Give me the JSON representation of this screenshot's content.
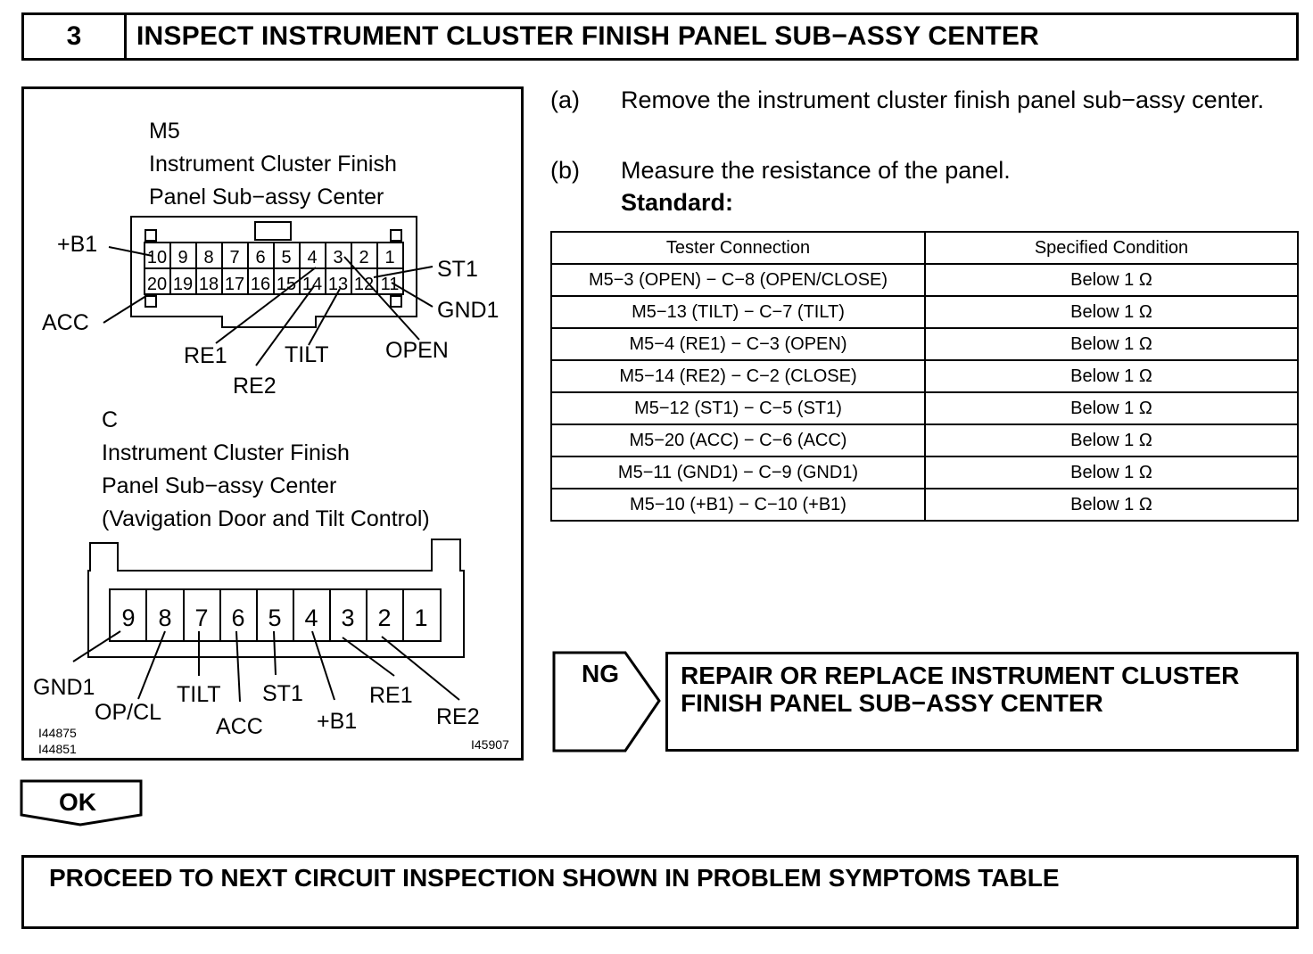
{
  "header": {
    "step_number": "3",
    "title": "INSPECT INSTRUMENT CLUSTER FINISH PANEL SUB−ASSY CENTER"
  },
  "figure": {
    "m5": {
      "name": "M5",
      "line1": "Instrument Cluster Finish",
      "line2": "Panel Sub−assy Center",
      "pins_top": [
        "10",
        "9",
        "8",
        "7",
        "6",
        "5",
        "4",
        "3",
        "2",
        "1"
      ],
      "pins_bottom": [
        "20",
        "19",
        "18",
        "17",
        "16",
        "15",
        "14",
        "13",
        "12",
        "11"
      ],
      "labels": {
        "b1": "+B1",
        "acc": "ACC",
        "re1": "RE1",
        "re2": "RE2",
        "tilt": "TILT",
        "open": "OPEN",
        "st1": "ST1",
        "gnd1": "GND1"
      }
    },
    "c": {
      "name": "C",
      "line1": "Instrument Cluster Finish",
      "line2": "Panel Sub−assy Center",
      "line3": "(Vavigation Door and Tilt Control)",
      "pins": [
        "9",
        "8",
        "7",
        "6",
        "5",
        "4",
        "3",
        "2",
        "1"
      ],
      "labels": {
        "gnd1": "GND1",
        "opcl": "OP/CL",
        "tilt": "TILT",
        "acc": "ACC",
        "st1": "ST1",
        "b1": "+B1",
        "re1": "RE1",
        "re2": "RE2"
      }
    },
    "ids": {
      "id1": "I44875",
      "id2": "I44851",
      "id3": "I45907"
    }
  },
  "steps": {
    "a": {
      "label": "(a)",
      "text": "Remove the instrument cluster finish panel sub−assy center."
    },
    "b": {
      "label": "(b)",
      "text": "Measure the resistance of the panel."
    },
    "standard": "Standard:"
  },
  "table": {
    "headers": [
      "Tester Connection",
      "Specified Condition"
    ],
    "rows": [
      [
        "M5−3 (OPEN) − C−8 (OPEN/CLOSE)",
        "Below 1 Ω"
      ],
      [
        "M5−13 (TILT) − C−7 (TILT)",
        "Below 1 Ω"
      ],
      [
        "M5−4 (RE1) − C−3 (OPEN)",
        "Below 1 Ω"
      ],
      [
        "M5−14 (RE2) − C−2 (CLOSE)",
        "Below 1 Ω"
      ],
      [
        "M5−12 (ST1) − C−5 (ST1)",
        "Below 1 Ω"
      ],
      [
        "M5−20 (ACC) − C−6 (ACC)",
        "Below 1 Ω"
      ],
      [
        "M5−11 (GND1) − C−9 (GND1)",
        "Below 1 Ω"
      ],
      [
        "M5−10 (+B1) − C−10 (+B1)",
        "Below 1 Ω"
      ]
    ]
  },
  "ng": {
    "label": "NG",
    "line1": "REPAIR OR REPLACE INSTRUMENT CLUSTER",
    "line2": "FINISH PANEL SUB−ASSY CENTER"
  },
  "ok": {
    "label": "OK"
  },
  "final": {
    "text": "PROCEED TO NEXT CIRCUIT INSPECTION SHOWN IN PROBLEM SYMPTOMS TABLE"
  }
}
